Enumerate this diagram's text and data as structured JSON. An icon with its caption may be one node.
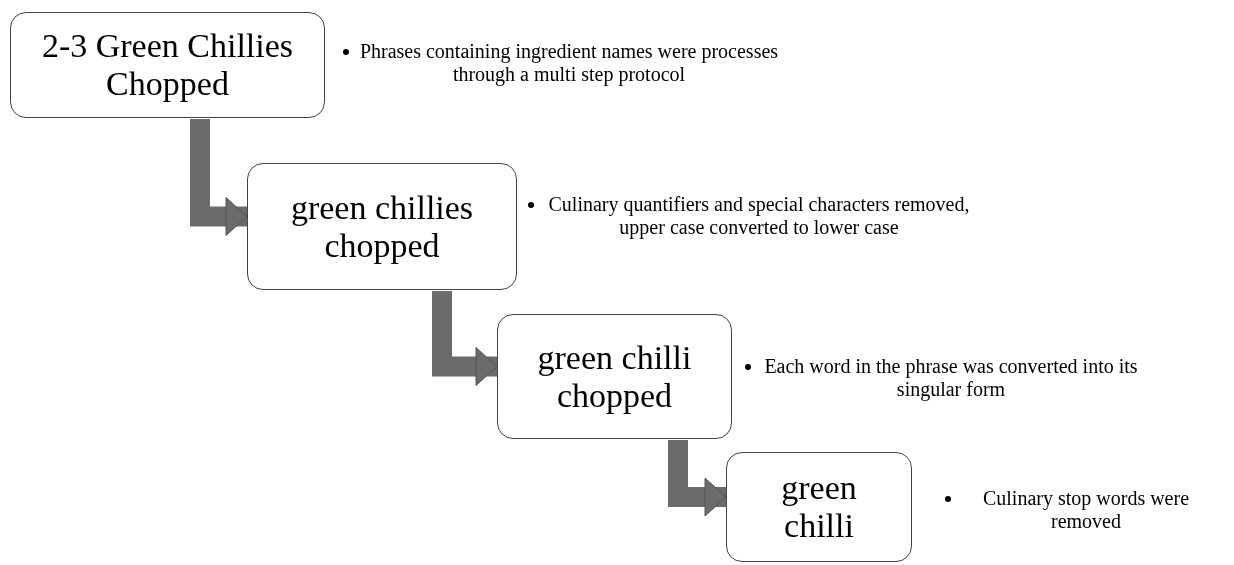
{
  "diagram": {
    "nodes": [
      {
        "text": [
          "2-3 Green Chillies Chopped"
        ],
        "beside": [
          "Phrases containing ingredient names were processes through a multi step protocol"
        ]
      },
      {
        "text": [
          "green chillies chopped"
        ],
        "beside": [
          "Culinary quantifiers and special characters removed, upper case converted to lower case"
        ]
      },
      {
        "text": [
          "green chilli chopped"
        ],
        "beside": [
          "Each word in the phrase was converted into its singular form"
        ]
      },
      {
        "text": [
          "green chilli"
        ],
        "beside": [
          "Culinary stop words were removed"
        ]
      }
    ],
    "edges": [
      {
        "from": 0,
        "to": 1,
        "arrow": "to"
      },
      {
        "from": 1,
        "to": 2,
        "arrow": "to"
      },
      {
        "from": 2,
        "to": 3,
        "arrow": "to"
      }
    ]
  }
}
